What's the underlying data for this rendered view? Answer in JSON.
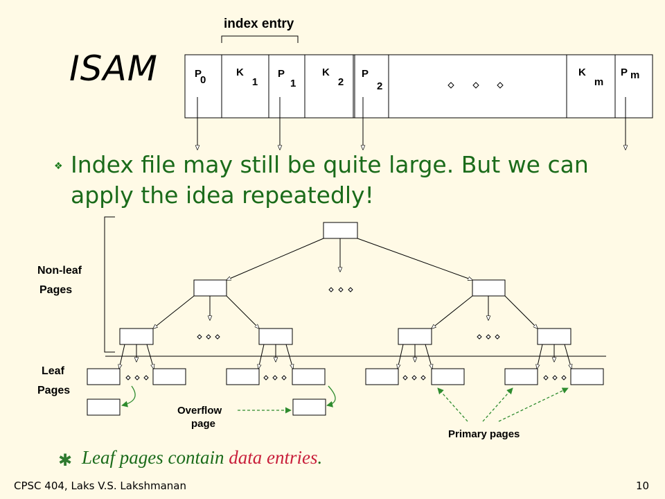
{
  "title": "ISAM",
  "index_entry_label": "index entry",
  "index_cells": [
    {
      "letter": "P",
      "sub": "0"
    },
    {
      "letter": "K",
      "sub": "1"
    },
    {
      "letter": "P",
      "sub": "1"
    },
    {
      "letter": "K",
      "sub": "2"
    },
    {
      "letter": "P",
      "sub": "2"
    },
    {
      "letter": "K",
      "sub": "m"
    },
    {
      "letter": "P",
      "sub": "m"
    }
  ],
  "bullet": {
    "symbol": "❖",
    "text": "Index file may still be quite large.  But we can apply the idea repeatedly!"
  },
  "tree_labels": {
    "non_leaf_line1": "Non-leaf",
    "non_leaf_line2": "Pages",
    "leaf_line1": "Leaf",
    "leaf_line2": "Pages",
    "overflow_line1": "Overflow",
    "overflow_line2": "page",
    "primary": "Primary pages"
  },
  "note": {
    "symbol": "✱",
    "prefix": "Leaf pages contain ",
    "highlight": "data entries",
    "suffix": "."
  },
  "footer": {
    "left": "CPSC 404, Laks V.S. Lakshmanan",
    "right": "10"
  },
  "colors": {
    "background": "#fffae6",
    "green_text": "#1a6b1a",
    "highlight": "#c81e3a",
    "dashed_arrow": "#2e8b2e"
  }
}
